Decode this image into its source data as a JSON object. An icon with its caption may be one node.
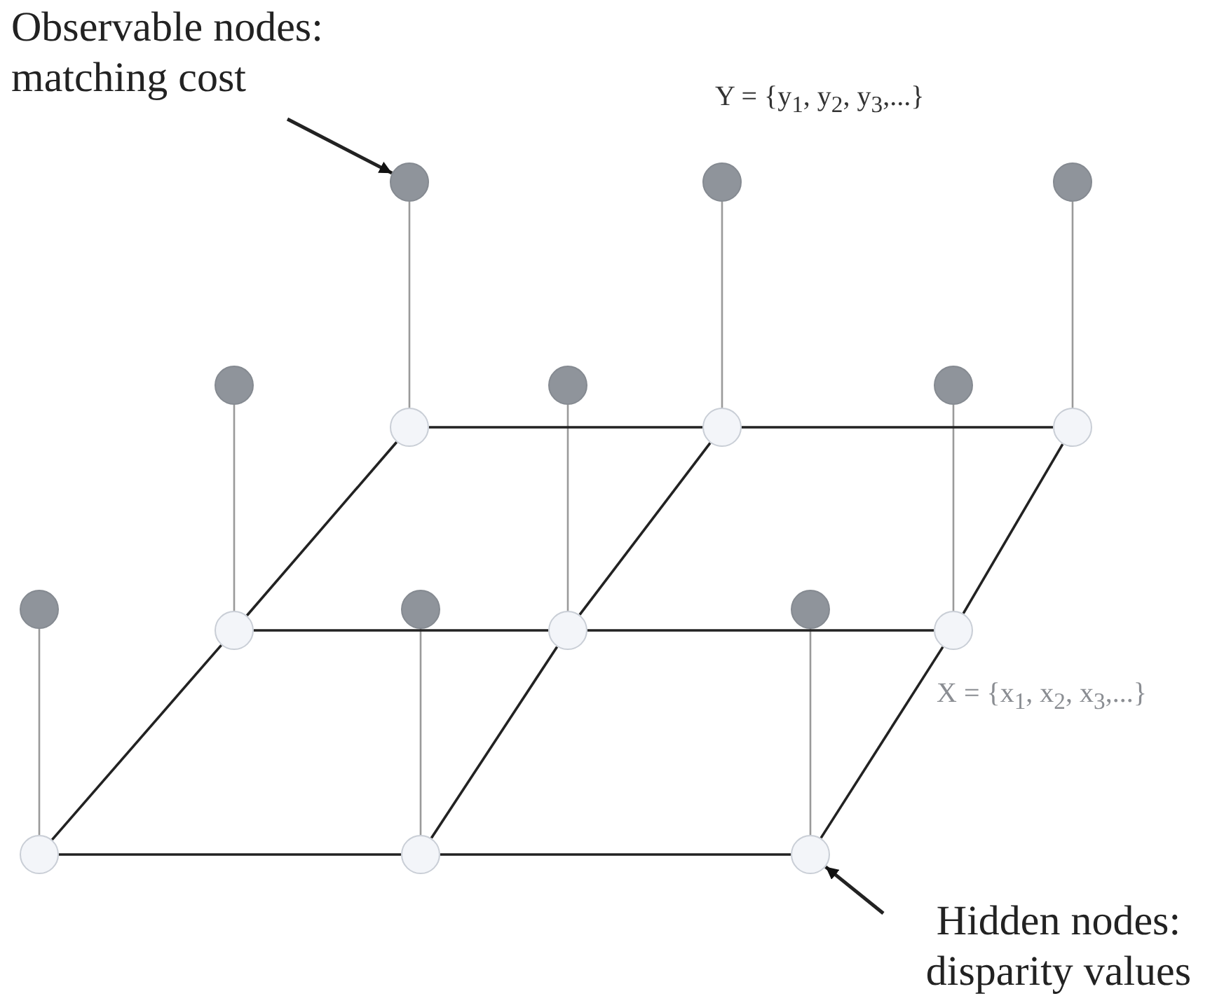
{
  "diagram": {
    "nodes": [
      {
        "text": [
          "Observable nodes: matching cost"
        ]
      },
      {
        "text": [],
        "shape": "circle"
      },
      {
        "text": [],
        "shape": "circle"
      },
      {
        "text": [],
        "shape": "circle"
      },
      {
        "text": [],
        "shape": "circle"
      },
      {
        "text": [],
        "shape": "circle"
      },
      {
        "text": [],
        "shape": "circle"
      },
      {
        "text": [],
        "shape": "circle"
      },
      {
        "text": [],
        "shape": "circle"
      },
      {
        "text": [],
        "shape": "circle"
      },
      {
        "text": [],
        "shape": "circle"
      },
      {
        "text": [],
        "shape": "circle"
      },
      {
        "text": [],
        "shape": "circle"
      },
      {
        "text": [],
        "shape": "circle"
      },
      {
        "text": [],
        "shape": "circle"
      },
      {
        "text": [],
        "shape": "circle"
      },
      {
        "text": [],
        "shape": "circle"
      },
      {
        "text": [],
        "shape": "circle"
      },
      {
        "text": [],
        "shape": "circle"
      },
      {
        "text": [
          "Hidden nodes: disparity values"
        ]
      }
    ],
    "edges": [
      {
        "from": 0,
        "to": 1,
        "arrow": "to"
      },
      {
        "from": 19,
        "to": 18,
        "arrow": "to"
      },
      {
        "from": 1,
        "to": 7,
        "arrow": "none",
        "color": "#9a9a9a"
      },
      {
        "from": 2,
        "to": 8,
        "arrow": "none",
        "color": "#9a9a9a"
      },
      {
        "from": 3,
        "to": 9,
        "arrow": "none",
        "color": "#9a9a9a"
      },
      {
        "from": 4,
        "to": 13,
        "arrow": "none",
        "color": "#9a9a9a"
      },
      {
        "from": 5,
        "to": 14,
        "arrow": "none",
        "color": "#9a9a9a"
      },
      {
        "from": 6,
        "to": 15,
        "arrow": "none",
        "color": "#9a9a9a"
      },
      {
        "from": 10,
        "to": 16,
        "arrow": "none",
        "color": "#9a9a9a"
      },
      {
        "from": 11,
        "to": 17,
        "arrow": "none",
        "color": "#9a9a9a"
      },
      {
        "from": 12,
        "to": 18,
        "arrow": "none",
        "color": "#9a9a9a"
      },
      {
        "from": 7,
        "to": 8,
        "arrow": "none"
      },
      {
        "from": 8,
        "to": 9,
        "arrow": "none"
      },
      {
        "from": 13,
        "to": 14,
        "arrow": "none"
      },
      {
        "from": 14,
        "to": 15,
        "arrow": "none"
      },
      {
        "from": 16,
        "to": 17,
        "arrow": "none"
      },
      {
        "from": 17,
        "to": 18,
        "arrow": "none"
      },
      {
        "from": 7,
        "to": 13,
        "arrow": "none"
      },
      {
        "from": 13,
        "to": 16,
        "arrow": "none"
      },
      {
        "from": 8,
        "to": 14,
        "arrow": "none"
      },
      {
        "from": 14,
        "to": 17,
        "arrow": "none"
      },
      {
        "from": 9,
        "to": 15,
        "arrow": "none"
      },
      {
        "from": 15,
        "to": 18,
        "arrow": "none"
      }
    ],
    "labels": [
      "Y = {y$_{1}$, y$_{2}$, y$_{3}$,...}",
      "X = {x$_{1}$, x$_{2}$, x$_{3}$,...}"
    ]
  }
}
